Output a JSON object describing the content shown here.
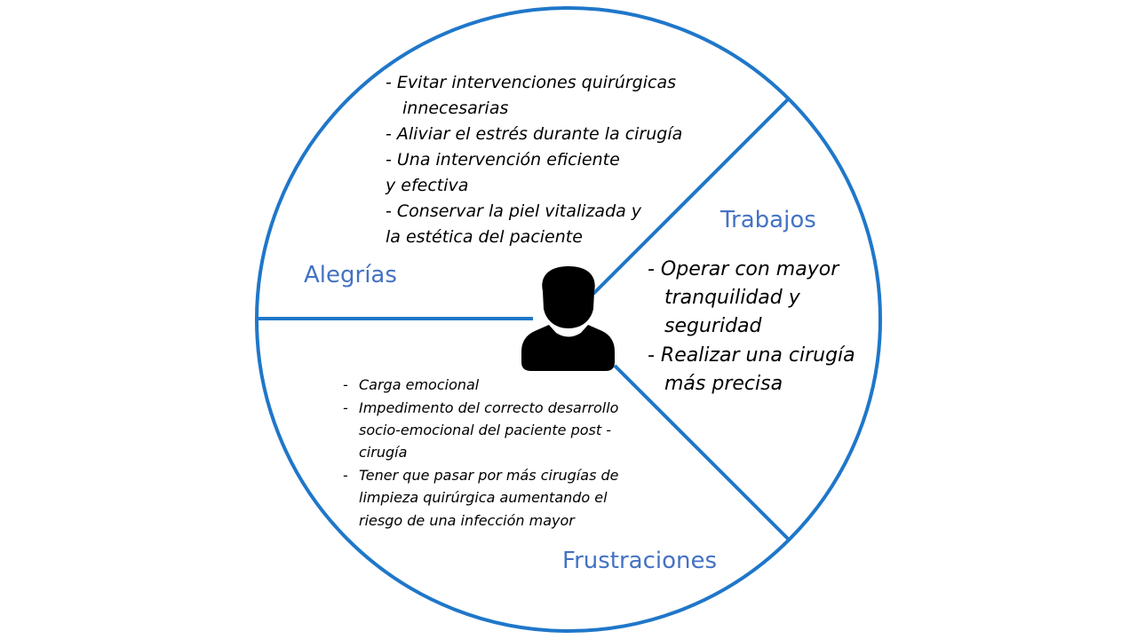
{
  "colors": {
    "accent": "#4472c4",
    "circle": "#1f77c9",
    "icon": "#000000"
  },
  "icon": "person-silhouette-icon",
  "sections": {
    "alegrias": {
      "title": "Alegrías",
      "lines": [
        "-  Evitar intervenciones quirúrgicas",
        "innecesarias",
        "-  Aliviar el estrés durante la cirugía",
        "-  Una intervención eficiente",
        "y efectiva",
        "-  Conservar la piel vitalizada y",
        "la estética del paciente"
      ]
    },
    "trabajos": {
      "title": "Trabajos",
      "lines": [
        "-  Operar con mayor",
        "tranquilidad y",
        "seguridad",
        "-  Realizar una cirugía",
        "más precisa"
      ]
    },
    "frustraciones": {
      "title": "Frustraciones",
      "lines": [
        "-",
        "Carga emocional",
        "-",
        "Impedimento del correcto desarrollo",
        "socio-emocional del paciente post -",
        "cirugía",
        "-",
        "Tener que pasar por más cirugías de",
        "limpieza quirúrgica aumentando el",
        "riesgo de una infección mayor"
      ]
    }
  }
}
